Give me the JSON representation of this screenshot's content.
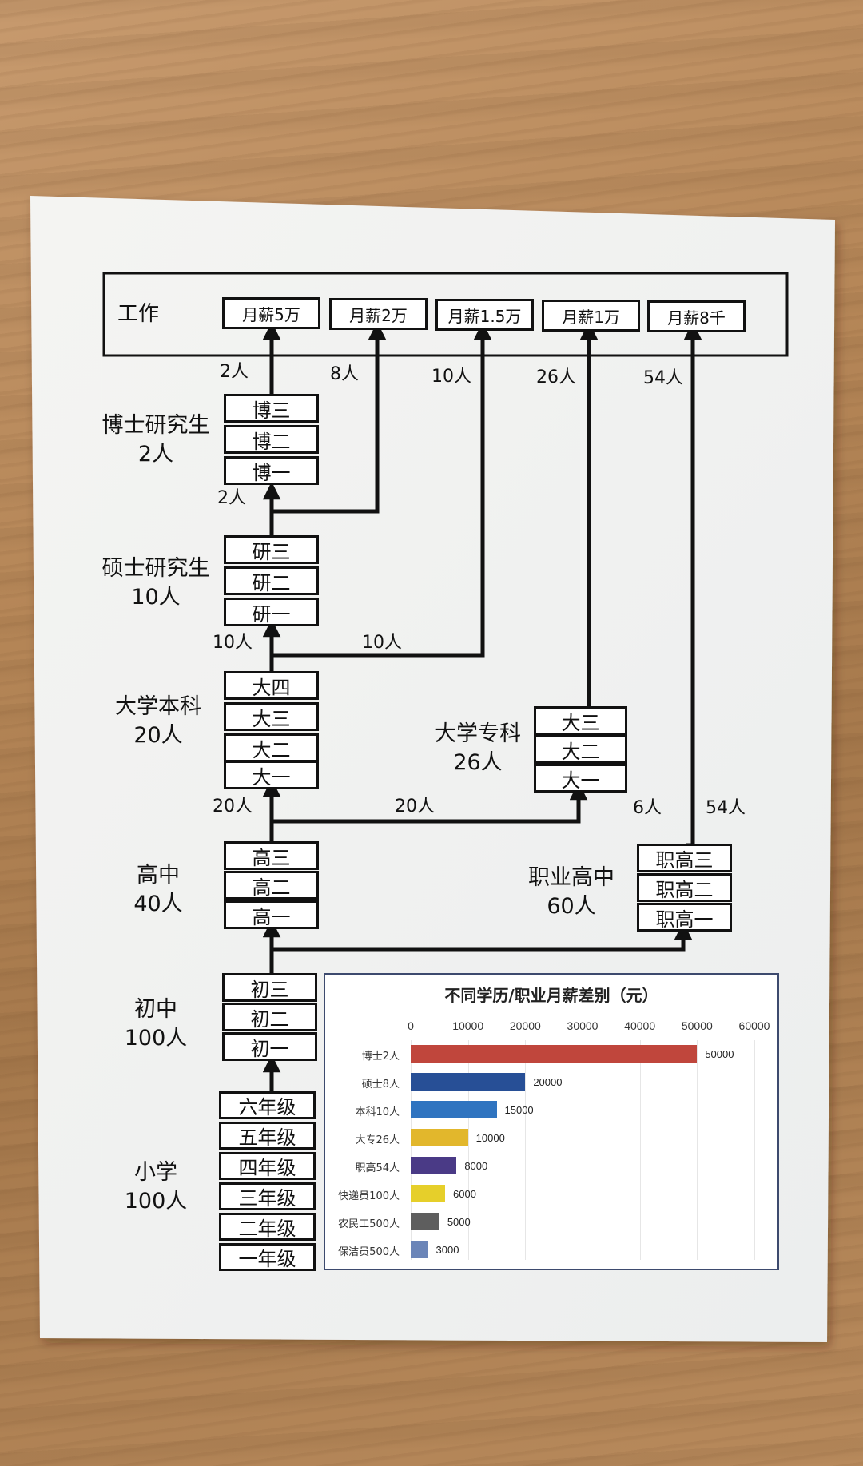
{
  "diagram": {
    "work": {
      "label": "工作",
      "salaries": [
        "月薪5万",
        "月薪2万",
        "月薪1.5万",
        "月薪1万",
        "月薪8千"
      ]
    },
    "flow_counts": {
      "to_5w": "2人",
      "to_2w": "8人",
      "to_15k": "10人",
      "to_1w": "26人",
      "to_8k": "54人",
      "phd_in": "2人",
      "master_in": "10人",
      "master_out": "10人",
      "bach_in": "20人",
      "zhuanke_in": "20人",
      "vocational_to_zhuanke": "6人",
      "vocational_to_work": "54人"
    },
    "stages": {
      "phd": {
        "name": "博士研究生",
        "count": "2人",
        "years": [
          "博三",
          "博二",
          "博一"
        ]
      },
      "master": {
        "name": "硕士研究生",
        "count": "10人",
        "years": [
          "研三",
          "研二",
          "研一"
        ]
      },
      "bachelor": {
        "name": "大学本科",
        "count": "20人",
        "years": [
          "大四",
          "大三",
          "大二",
          "大一"
        ]
      },
      "zhuanke": {
        "name": "大学专科",
        "count": "26人",
        "years": [
          "大三",
          "大二",
          "大一"
        ]
      },
      "senior": {
        "name": "高中",
        "count": "40人",
        "years": [
          "高三",
          "高二",
          "高一"
        ]
      },
      "vocational": {
        "name": "职业高中",
        "count": "60人",
        "years": [
          "职高三",
          "职高二",
          "职高一"
        ]
      },
      "junior": {
        "name": "初中",
        "count": "100人",
        "years": [
          "初三",
          "初二",
          "初一"
        ]
      },
      "primary": {
        "name": "小学",
        "count": "100人",
        "years": [
          "六年级",
          "五年级",
          "四年级",
          "三年级",
          "二年级",
          "一年级"
        ]
      }
    }
  },
  "chart_data": {
    "type": "bar",
    "orientation": "horizontal",
    "title": "不同学历/职业月薪差别（元）",
    "xlim": [
      0,
      60000
    ],
    "xticks": [
      "0",
      "10000",
      "20000",
      "30000",
      "40000",
      "50000",
      "60000"
    ],
    "categories": [
      "博士2人",
      "硕士8人",
      "本科10人",
      "大专26人",
      "职高54人",
      "快递员100人",
      "农民工500人",
      "保洁员500人"
    ],
    "values": [
      50000,
      20000,
      15000,
      10000,
      8000,
      6000,
      5000,
      3000
    ],
    "value_labels": [
      "50000",
      "20000",
      "15000",
      "10000",
      "8000",
      "6000",
      "5000",
      "3000"
    ],
    "colors": [
      "#c0463c",
      "#274f96",
      "#2f74c0",
      "#e2b72c",
      "#4a3a86",
      "#e6cf2a",
      "#5e5e5e",
      "#6b85b8"
    ],
    "grid": true
  }
}
